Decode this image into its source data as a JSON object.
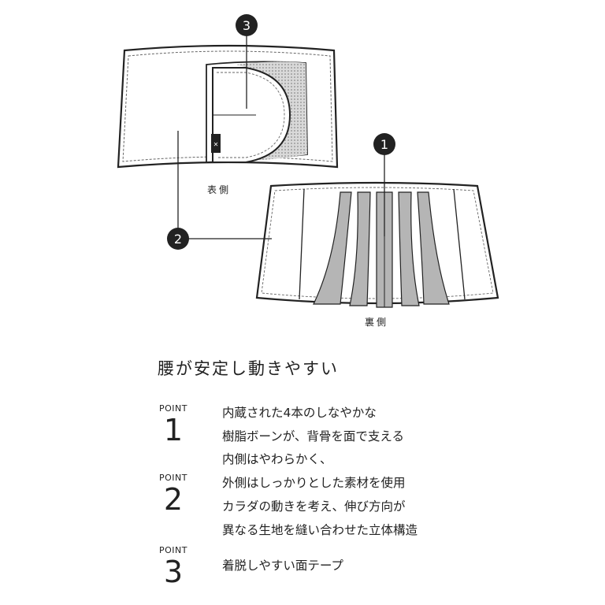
{
  "diagram": {
    "front_label": "表側",
    "back_label": "裏側",
    "callouts": [
      "1",
      "2",
      "3"
    ]
  },
  "headline": "腰が安定し動きやすい",
  "points": [
    {
      "label": "POINT",
      "number": "1",
      "lines": [
        "内蔵された4本のしなやかな",
        "樹脂ボーンが、背骨を面で支える"
      ]
    },
    {
      "label": "POINT",
      "number": "2",
      "lines": [
        "内側はやわらかく、",
        "外側はしっかりとした素材を使用",
        "カラダの動きを考え、伸び方向が",
        "異なる生地を縫い合わせた立体構造"
      ]
    },
    {
      "label": "POINT",
      "number": "3",
      "lines": [
        "着脱しやすい面テープ"
      ]
    }
  ],
  "colors": {
    "ink": "#222222",
    "panel_gray": "#b5b5b5",
    "mesh_gray": "#8a8a8a"
  }
}
